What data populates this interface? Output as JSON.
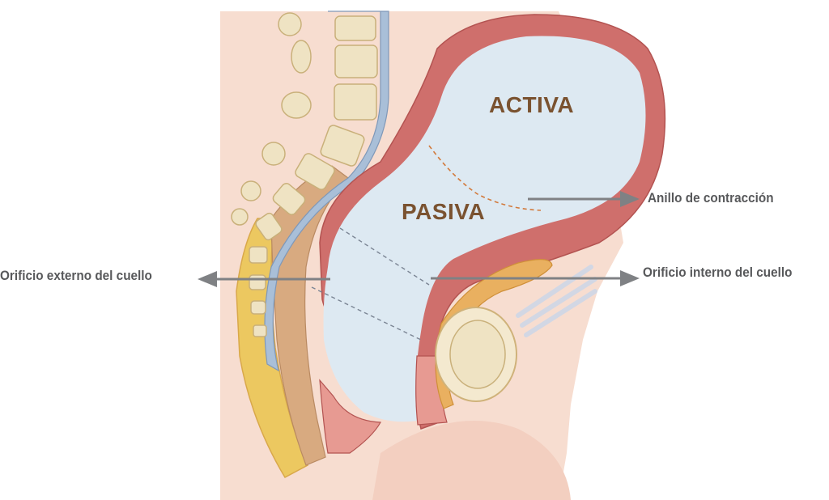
{
  "diagram": {
    "regions": {
      "activa": "ACTIVA",
      "pasiva": "PASIVA"
    },
    "callouts": {
      "anillo": "Anillo de contracción",
      "orificio_interno": "Orificio interno del cuello",
      "orificio_externo": "Orificio externo del cuello"
    },
    "colors": {
      "skin": "#f7ddd0",
      "uterus_wall": "#cf6f6c",
      "cavity": "#dde9f2",
      "spine_blue": "#a9bfd8",
      "bone": "#efe3c3",
      "fat_yellow": "#ecc860",
      "rectum": "#d8aa80",
      "arrow": "#7f8184",
      "label_brown": "#7a5230"
    }
  }
}
